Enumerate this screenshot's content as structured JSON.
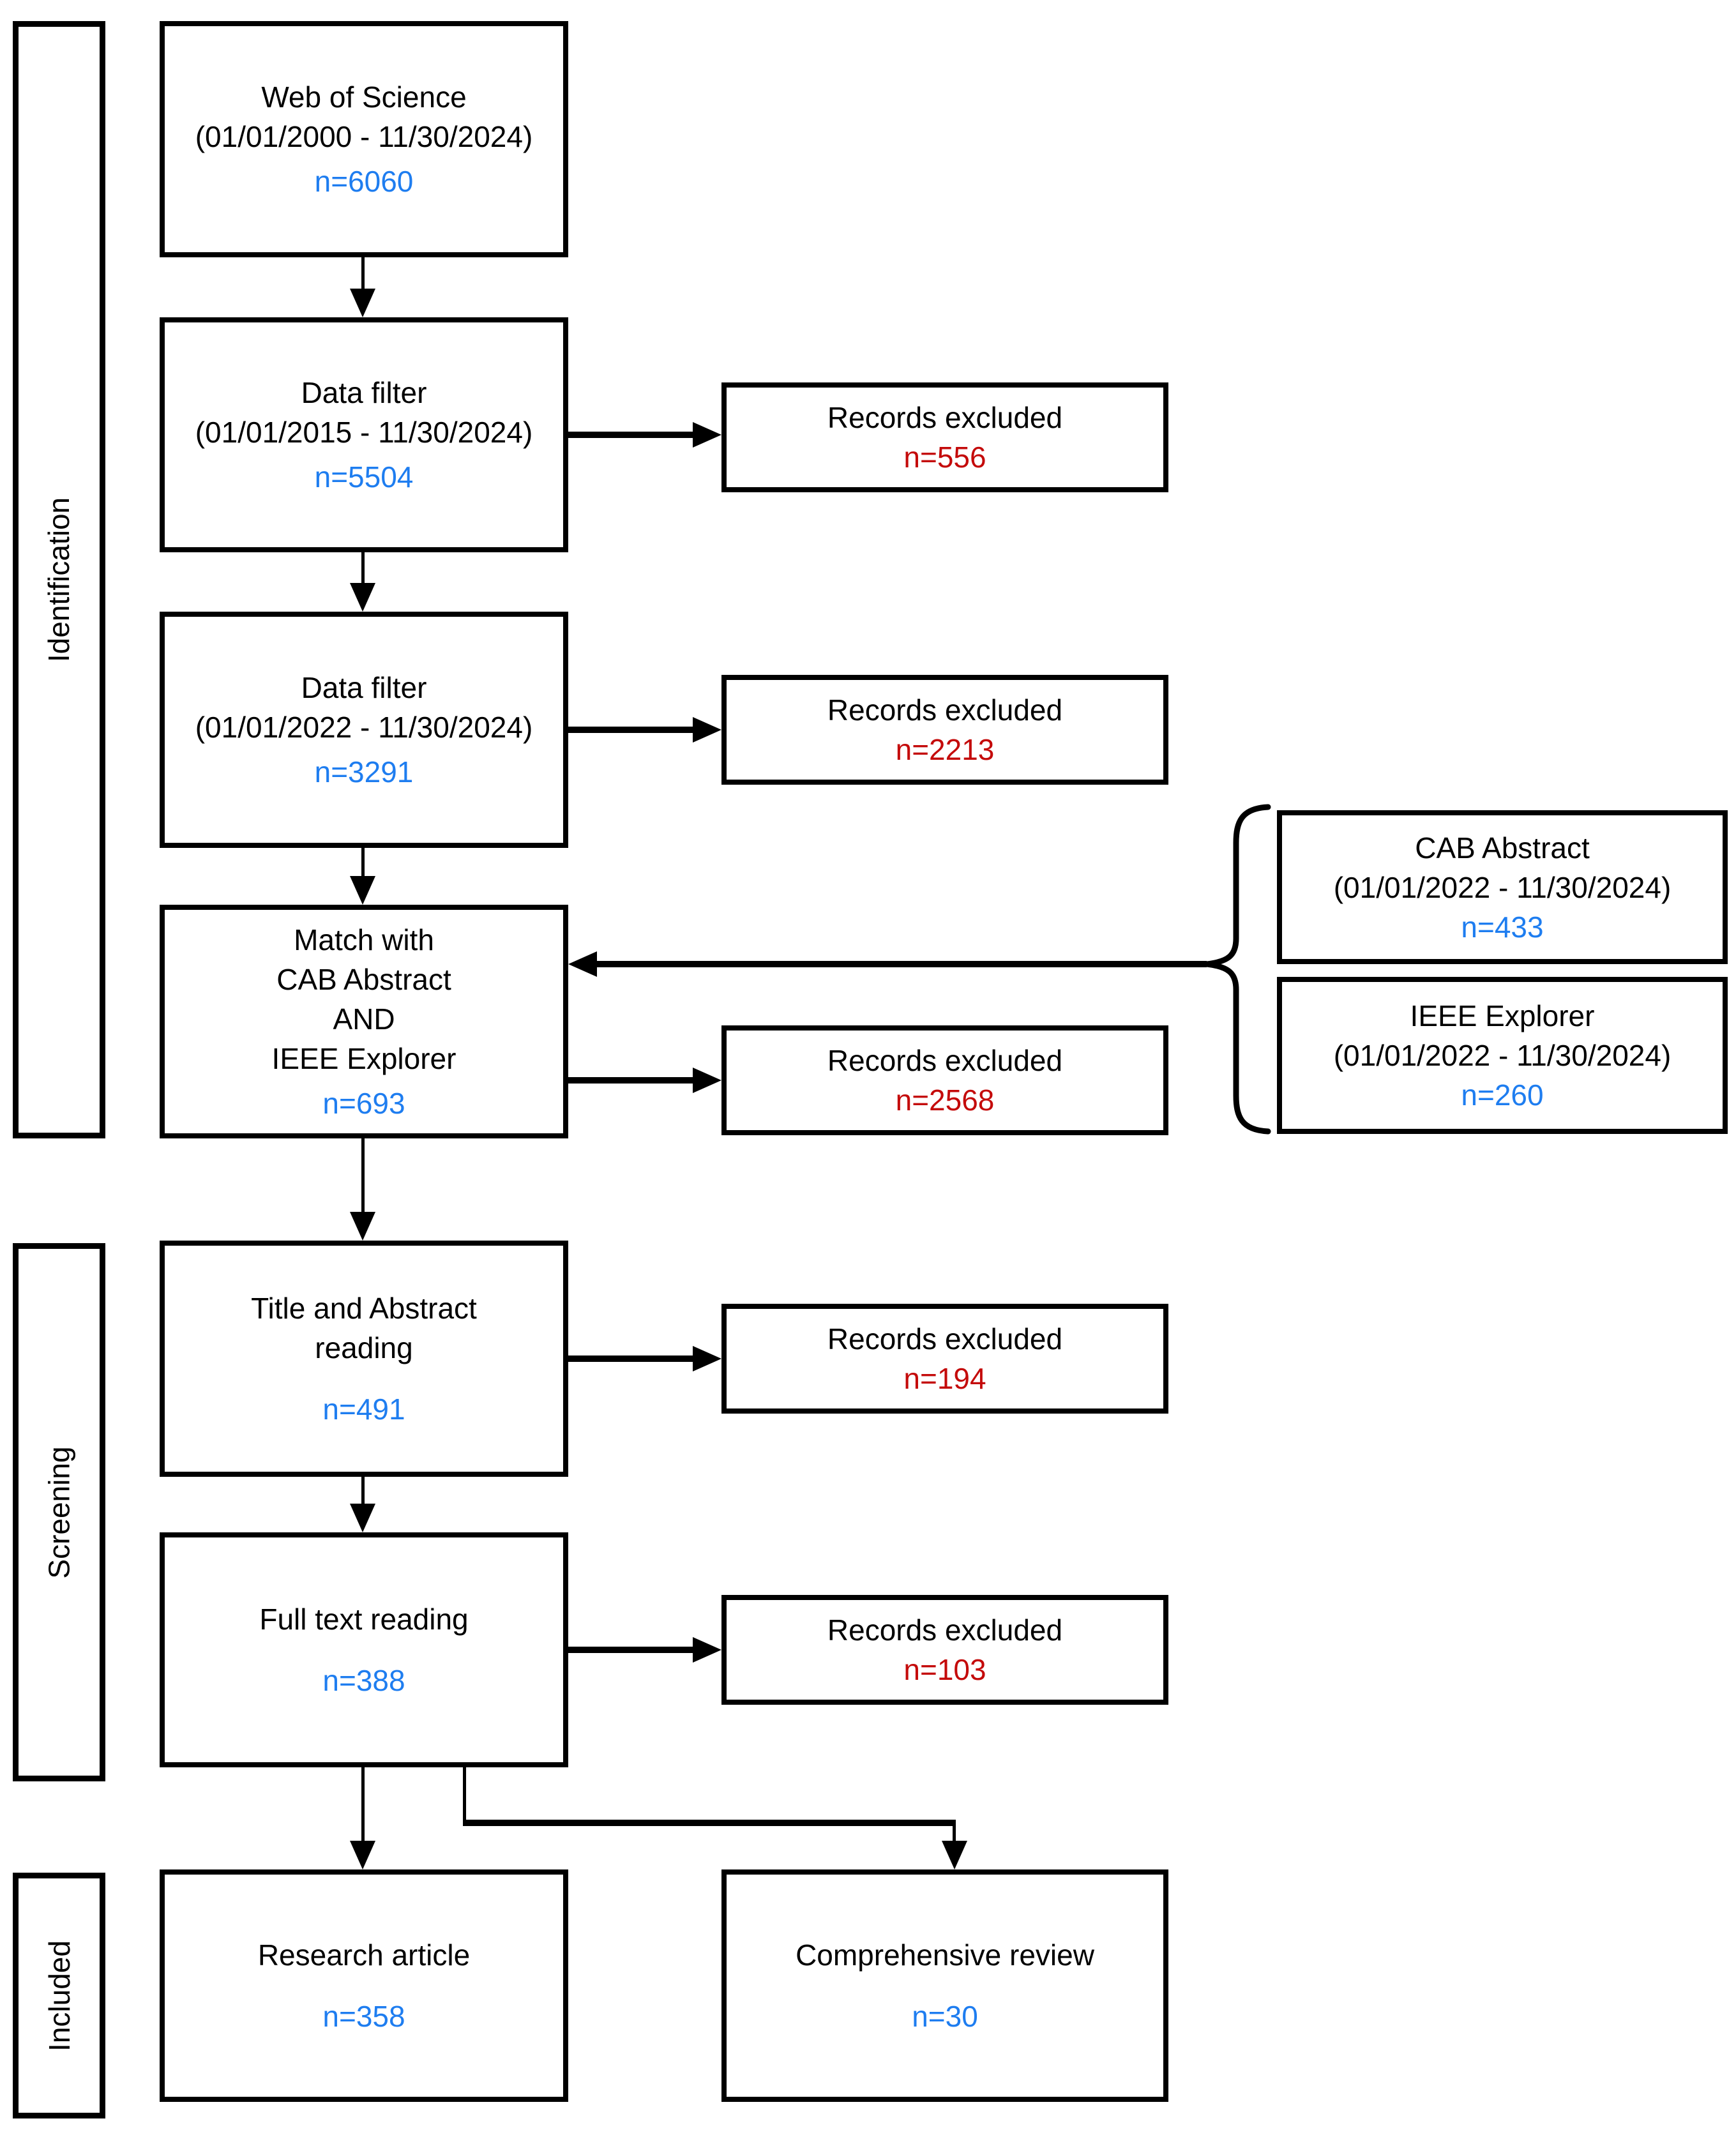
{
  "colors": {
    "accent_blue": "#1E7DF0",
    "accent_red": "#C40A0A",
    "line_black": "#000000"
  },
  "stages": {
    "identification": "Identification",
    "screening": "Screening",
    "included": "Included"
  },
  "boxes": {
    "web": {
      "lines": [
        "Web of Science",
        "(01/01/2000 - 11/30/2024)"
      ],
      "n": "n=6060"
    },
    "filter2015": {
      "lines": [
        "Data filter",
        "(01/01/2015 - 11/30/2024)"
      ],
      "n": "n=5504"
    },
    "filter2022": {
      "lines": [
        "Data filter",
        "(01/01/2022 - 11/30/2024)"
      ],
      "n": "n=3291"
    },
    "match": {
      "lines": [
        "Match with",
        "CAB Abstract",
        "AND",
        "IEEE Explorer"
      ],
      "n": "n=693"
    },
    "title_abstract": {
      "lines": [
        "Title and Abstract",
        "reading"
      ],
      "n": "n=491"
    },
    "full_text": {
      "lines": [
        "Full text reading"
      ],
      "n": "n=388"
    },
    "research": {
      "lines": [
        "Research article"
      ],
      "n": "n=358"
    },
    "review": {
      "lines": [
        "Comprehensive review"
      ],
      "n": "n=30"
    }
  },
  "excluded": {
    "label": "Records excluded",
    "e556": "n=556",
    "e2213": "n=2213",
    "e2568": "n=2568",
    "e194": "n=194",
    "e103": "n=103"
  },
  "sources": {
    "cab": {
      "lines": [
        "CAB Abstract",
        "(01/01/2022 - 11/30/2024)"
      ],
      "n": "n=433"
    },
    "ieee": {
      "lines": [
        "IEEE Explorer",
        "(01/01/2022 - 11/30/2024)"
      ],
      "n": "n=260"
    }
  }
}
